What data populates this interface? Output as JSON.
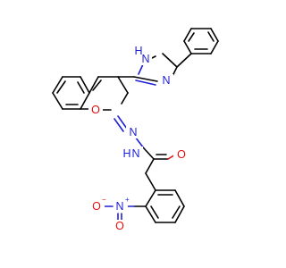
{
  "molecule": {
    "colors": {
      "carbon_bond": "#000000",
      "nitrogen": "#1f1fd6",
      "oxygen": "#e01010",
      "background": "#ffffff"
    },
    "labels": {
      "benzimidazole_nh": "N",
      "benzimidazole_nh_h": "H",
      "benzimidazole_n": "N",
      "chromene_o": "O",
      "imine_n": "N",
      "hydrazide_n": "N",
      "hydrazide_h": "H",
      "carbonyl_o": "O",
      "nitro_n": "N",
      "nitro_n_charge": "+",
      "nitro_o_left": "O",
      "nitro_o_left_charge": "−",
      "nitro_o_bottom": "O"
    }
  }
}
